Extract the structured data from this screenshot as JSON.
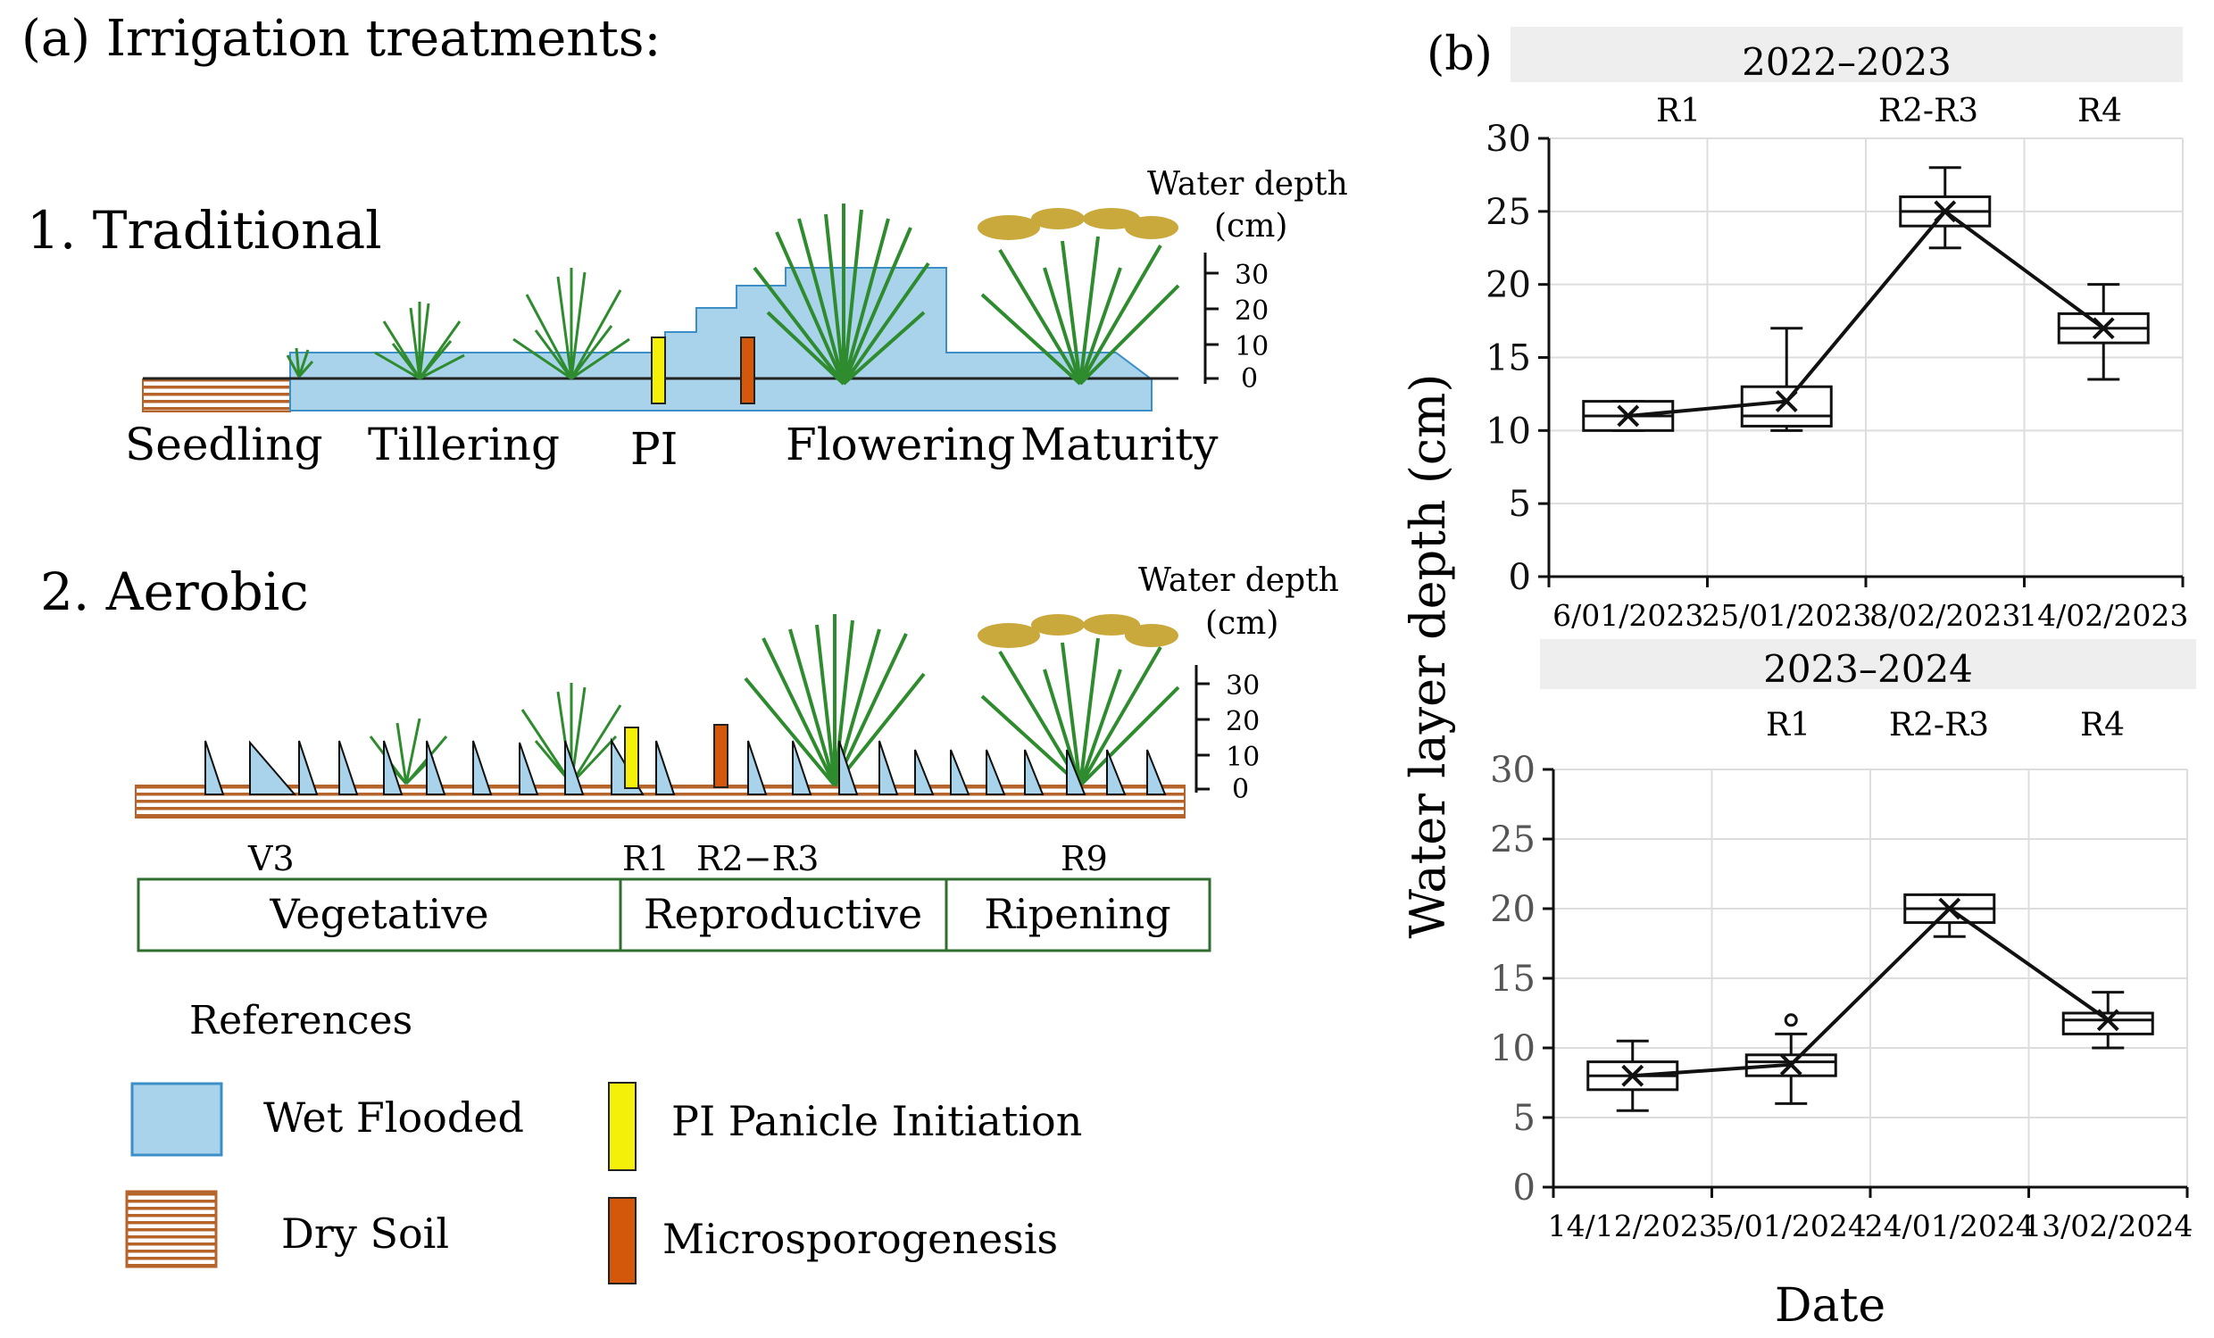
{
  "panel_a": {
    "title": "(a) Irrigation treatments:",
    "traditional": {
      "title": "1. Traditional",
      "stages": [
        "Seedling",
        "Tillering",
        "PI",
        "Flowering",
        "Maturity"
      ],
      "scale_title_1": "Water  depth",
      "scale_title_2": "(cm)",
      "scale_ticks": [
        "30",
        "20",
        "10",
        "0"
      ]
    },
    "aerobic": {
      "title": "2. Aerobic",
      "scale_title_1": "Water  depth",
      "scale_title_2": "(cm)",
      "scale_ticks": [
        "30",
        "20",
        "10",
        "0"
      ],
      "markers": [
        "V3",
        "R1",
        "R2−R3",
        "R9"
      ],
      "phases": [
        "Vegetative",
        "Reproductive",
        "Ripening"
      ]
    },
    "references": {
      "title": "References",
      "items": [
        "Wet Flooded",
        "Dry Soil",
        "PI Panicle Initiation",
        "Microsporogenesis"
      ]
    },
    "colors": {
      "water": "#a9d3ea",
      "water_edge": "#3b8fc6",
      "soil": "#b5652b",
      "pi": "#f5f00a",
      "micro": "#d4580c",
      "plant": "#2e8b2e",
      "panicle": "#c9a83c",
      "phase_border": "#2f6e2f"
    }
  },
  "panel_b": {
    "label": "(b)",
    "ylabel": "Water layer depth (cm)",
    "xlabel": "Date"
  },
  "chart_data": [
    {
      "type": "box",
      "title": "2022–2023",
      "categories": [
        "6/01/2023",
        "25/01/2023",
        "8/02/2023",
        "14/02/2023"
      ],
      "stage_labels": [
        "",
        "R1",
        "R2-R3",
        "R4"
      ],
      "ylim": [
        0,
        30
      ],
      "yticks": [
        0,
        5,
        10,
        15,
        20,
        25,
        30
      ],
      "boxes": [
        {
          "min": 10,
          "q1": 10,
          "median": 11,
          "q3": 12,
          "max": 12,
          "mean": 11
        },
        {
          "min": 10,
          "q1": 10.3,
          "median": 11,
          "q3": 13,
          "max": 17,
          "mean": 12
        },
        {
          "min": 22.5,
          "q1": 24,
          "median": 25,
          "q3": 26,
          "max": 28,
          "mean": 25
        },
        {
          "min": 13.5,
          "q1": 16,
          "median": 17,
          "q3": 18,
          "max": 20,
          "mean": 17
        }
      ],
      "outliers": [],
      "grid": true
    },
    {
      "type": "box",
      "title": "2023–2024",
      "categories": [
        "14/12/2023",
        "5/01/2024",
        "24/01/2024",
        "13/02/2024"
      ],
      "stage_labels": [
        "",
        "R1",
        "R2-R3",
        "R4"
      ],
      "ylim": [
        0,
        30
      ],
      "yticks": [
        0,
        5,
        10,
        15,
        20,
        25,
        30
      ],
      "boxes": [
        {
          "min": 5.5,
          "q1": 7,
          "median": 8,
          "q3": 9,
          "max": 10.5,
          "mean": 8
        },
        {
          "min": 6,
          "q1": 8,
          "median": 9,
          "q3": 9.5,
          "max": 11,
          "mean": 8.8
        },
        {
          "min": 18,
          "q1": 19,
          "median": 20,
          "q3": 21,
          "max": 21,
          "mean": 20
        },
        {
          "min": 10,
          "q1": 11,
          "median": 12,
          "q3": 12.5,
          "max": 14,
          "mean": 12
        }
      ],
      "outliers": [
        {
          "box": 1,
          "value": 12
        }
      ],
      "grid": true
    }
  ]
}
